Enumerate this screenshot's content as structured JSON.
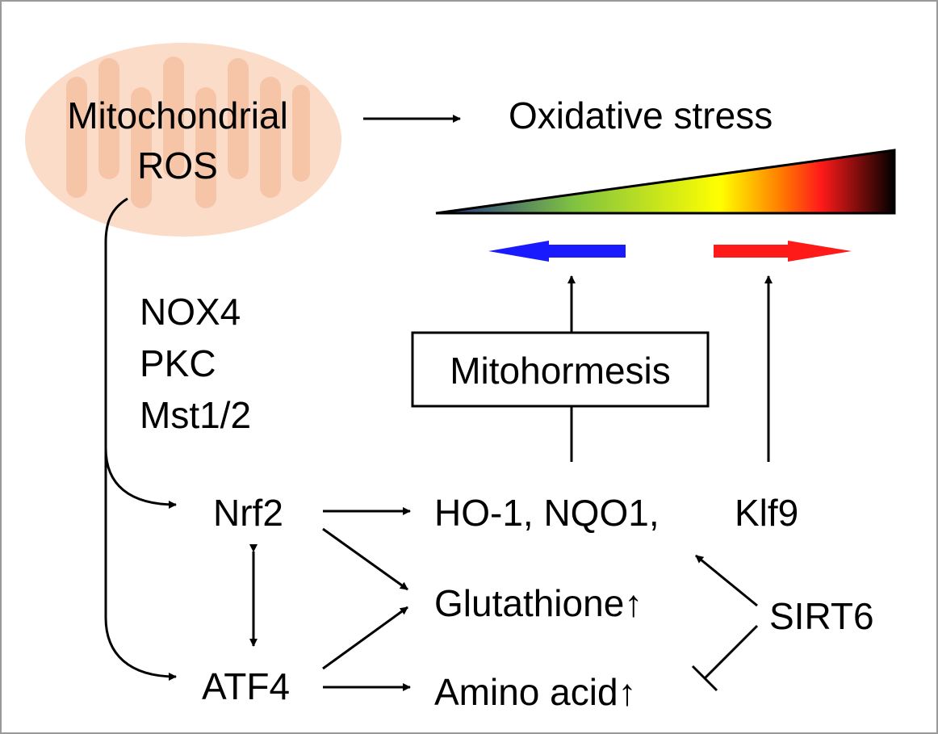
{
  "colors": {
    "mito_fill": "#fbdcc8",
    "mito_cristae": "#f6c2a2",
    "arrow_black": "#000000",
    "arrow_blue": "#1a1aff",
    "arrow_red": "#ff1a1a",
    "gradient_stops": [
      "#1a2a8c",
      "#7fc241",
      "#ffff00",
      "#ff7f00",
      "#ff1a1a",
      "#000000"
    ]
  },
  "labels": {
    "mito_line1": "Mitochondrial",
    "mito_line2": "ROS",
    "oxidative_stress": "Oxidative stress",
    "nox4": "NOX4",
    "pkc": "PKC",
    "mst12": "Mst1/2",
    "mitohormesis": "Mitohormesis",
    "nrf2": "Nrf2",
    "atf4": "ATF4",
    "ho1_nqo1": "HO-1, NQO1,",
    "klf9": "Klf9",
    "glutathione": "Glutathione↑",
    "amino_acid": "Amino acid↑",
    "sirt6": "SIRT6"
  }
}
